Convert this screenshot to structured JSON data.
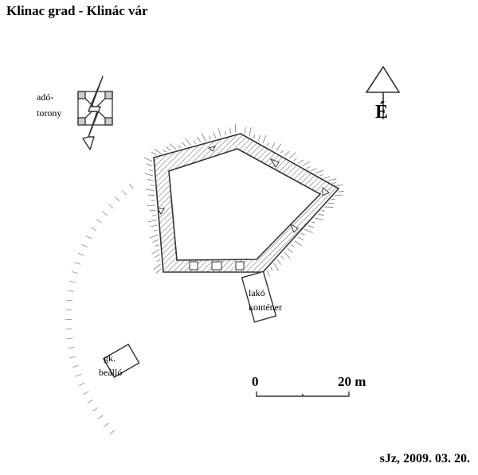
{
  "title": "Klinac grad - Klinác vár",
  "signature": "sJz, 2009. 03. 20.",
  "north_label": "É",
  "scale": {
    "start_label": "0",
    "end_label": "20 m"
  },
  "labels": {
    "tower_line1": "adó-",
    "tower_line2": "torony",
    "container_line1": "lakó",
    "container_line2": "konténer",
    "parking_line1": "gk.",
    "parking_line2": "beálló"
  },
  "colors": {
    "ink": "#333333",
    "hatch": "#777777",
    "background": "#ffffff"
  }
}
